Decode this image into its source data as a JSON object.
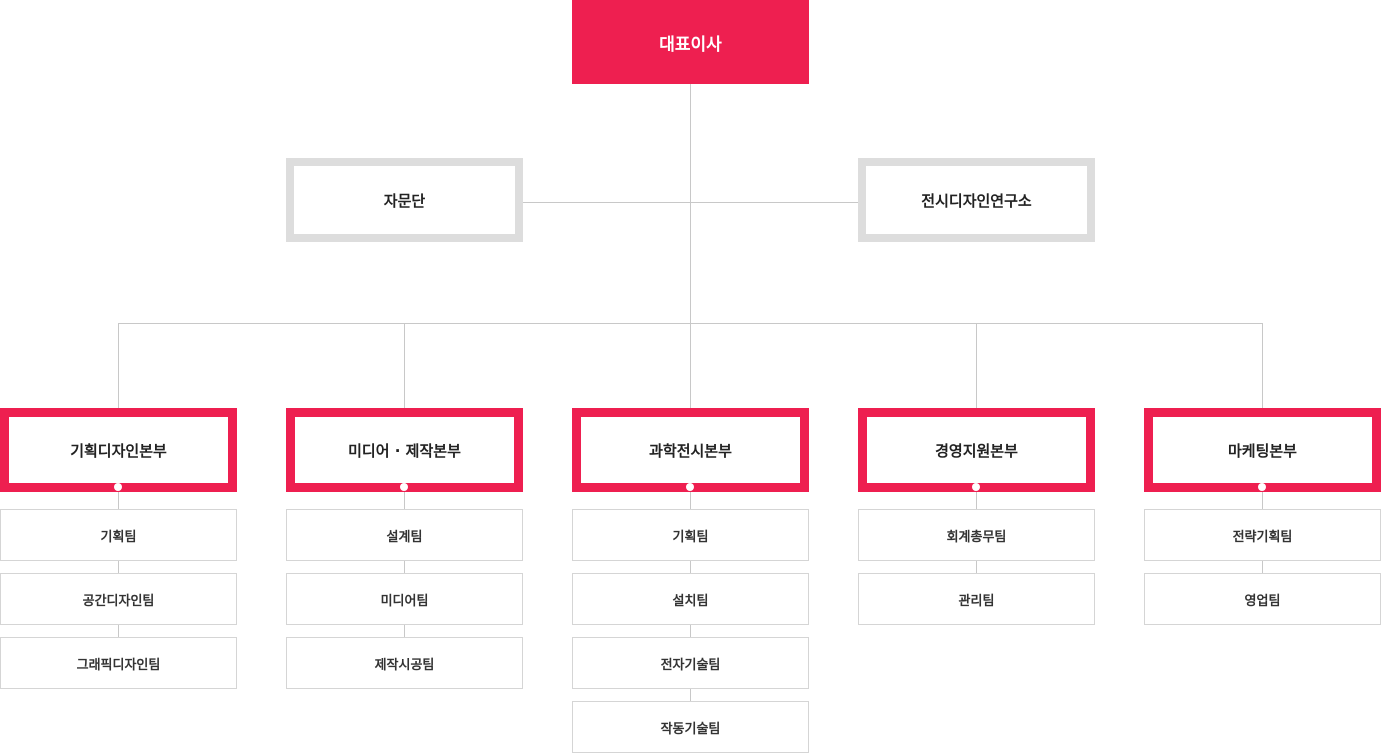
{
  "org": {
    "ceo": "대표이사",
    "advisory": [
      {
        "label": "자문단"
      },
      {
        "label": "전시디자인연구소"
      }
    ],
    "divisions": [
      {
        "label": "기획디자인본부",
        "teams": [
          "기획팀",
          "공간디자인팀",
          "그래픽디자인팀"
        ]
      },
      {
        "label": "미디어 · 제작본부",
        "teams": [
          "설계팀",
          "미디어팀",
          "제작시공팀"
        ]
      },
      {
        "label": "과학전시본부",
        "teams": [
          "기획팀",
          "설치팀",
          "전자기술팀",
          "작동기술팀"
        ]
      },
      {
        "label": "경영지원본부",
        "teams": [
          "회계총무팀",
          "관리팀"
        ]
      },
      {
        "label": "마케팅본부",
        "teams": [
          "전략기획팀",
          "영업팀"
        ]
      }
    ]
  },
  "colors": {
    "accent": "#ee1f50",
    "advisory_border": "#dddddd",
    "team_border": "#d5d5d5",
    "connector": "#c8c8c8"
  }
}
